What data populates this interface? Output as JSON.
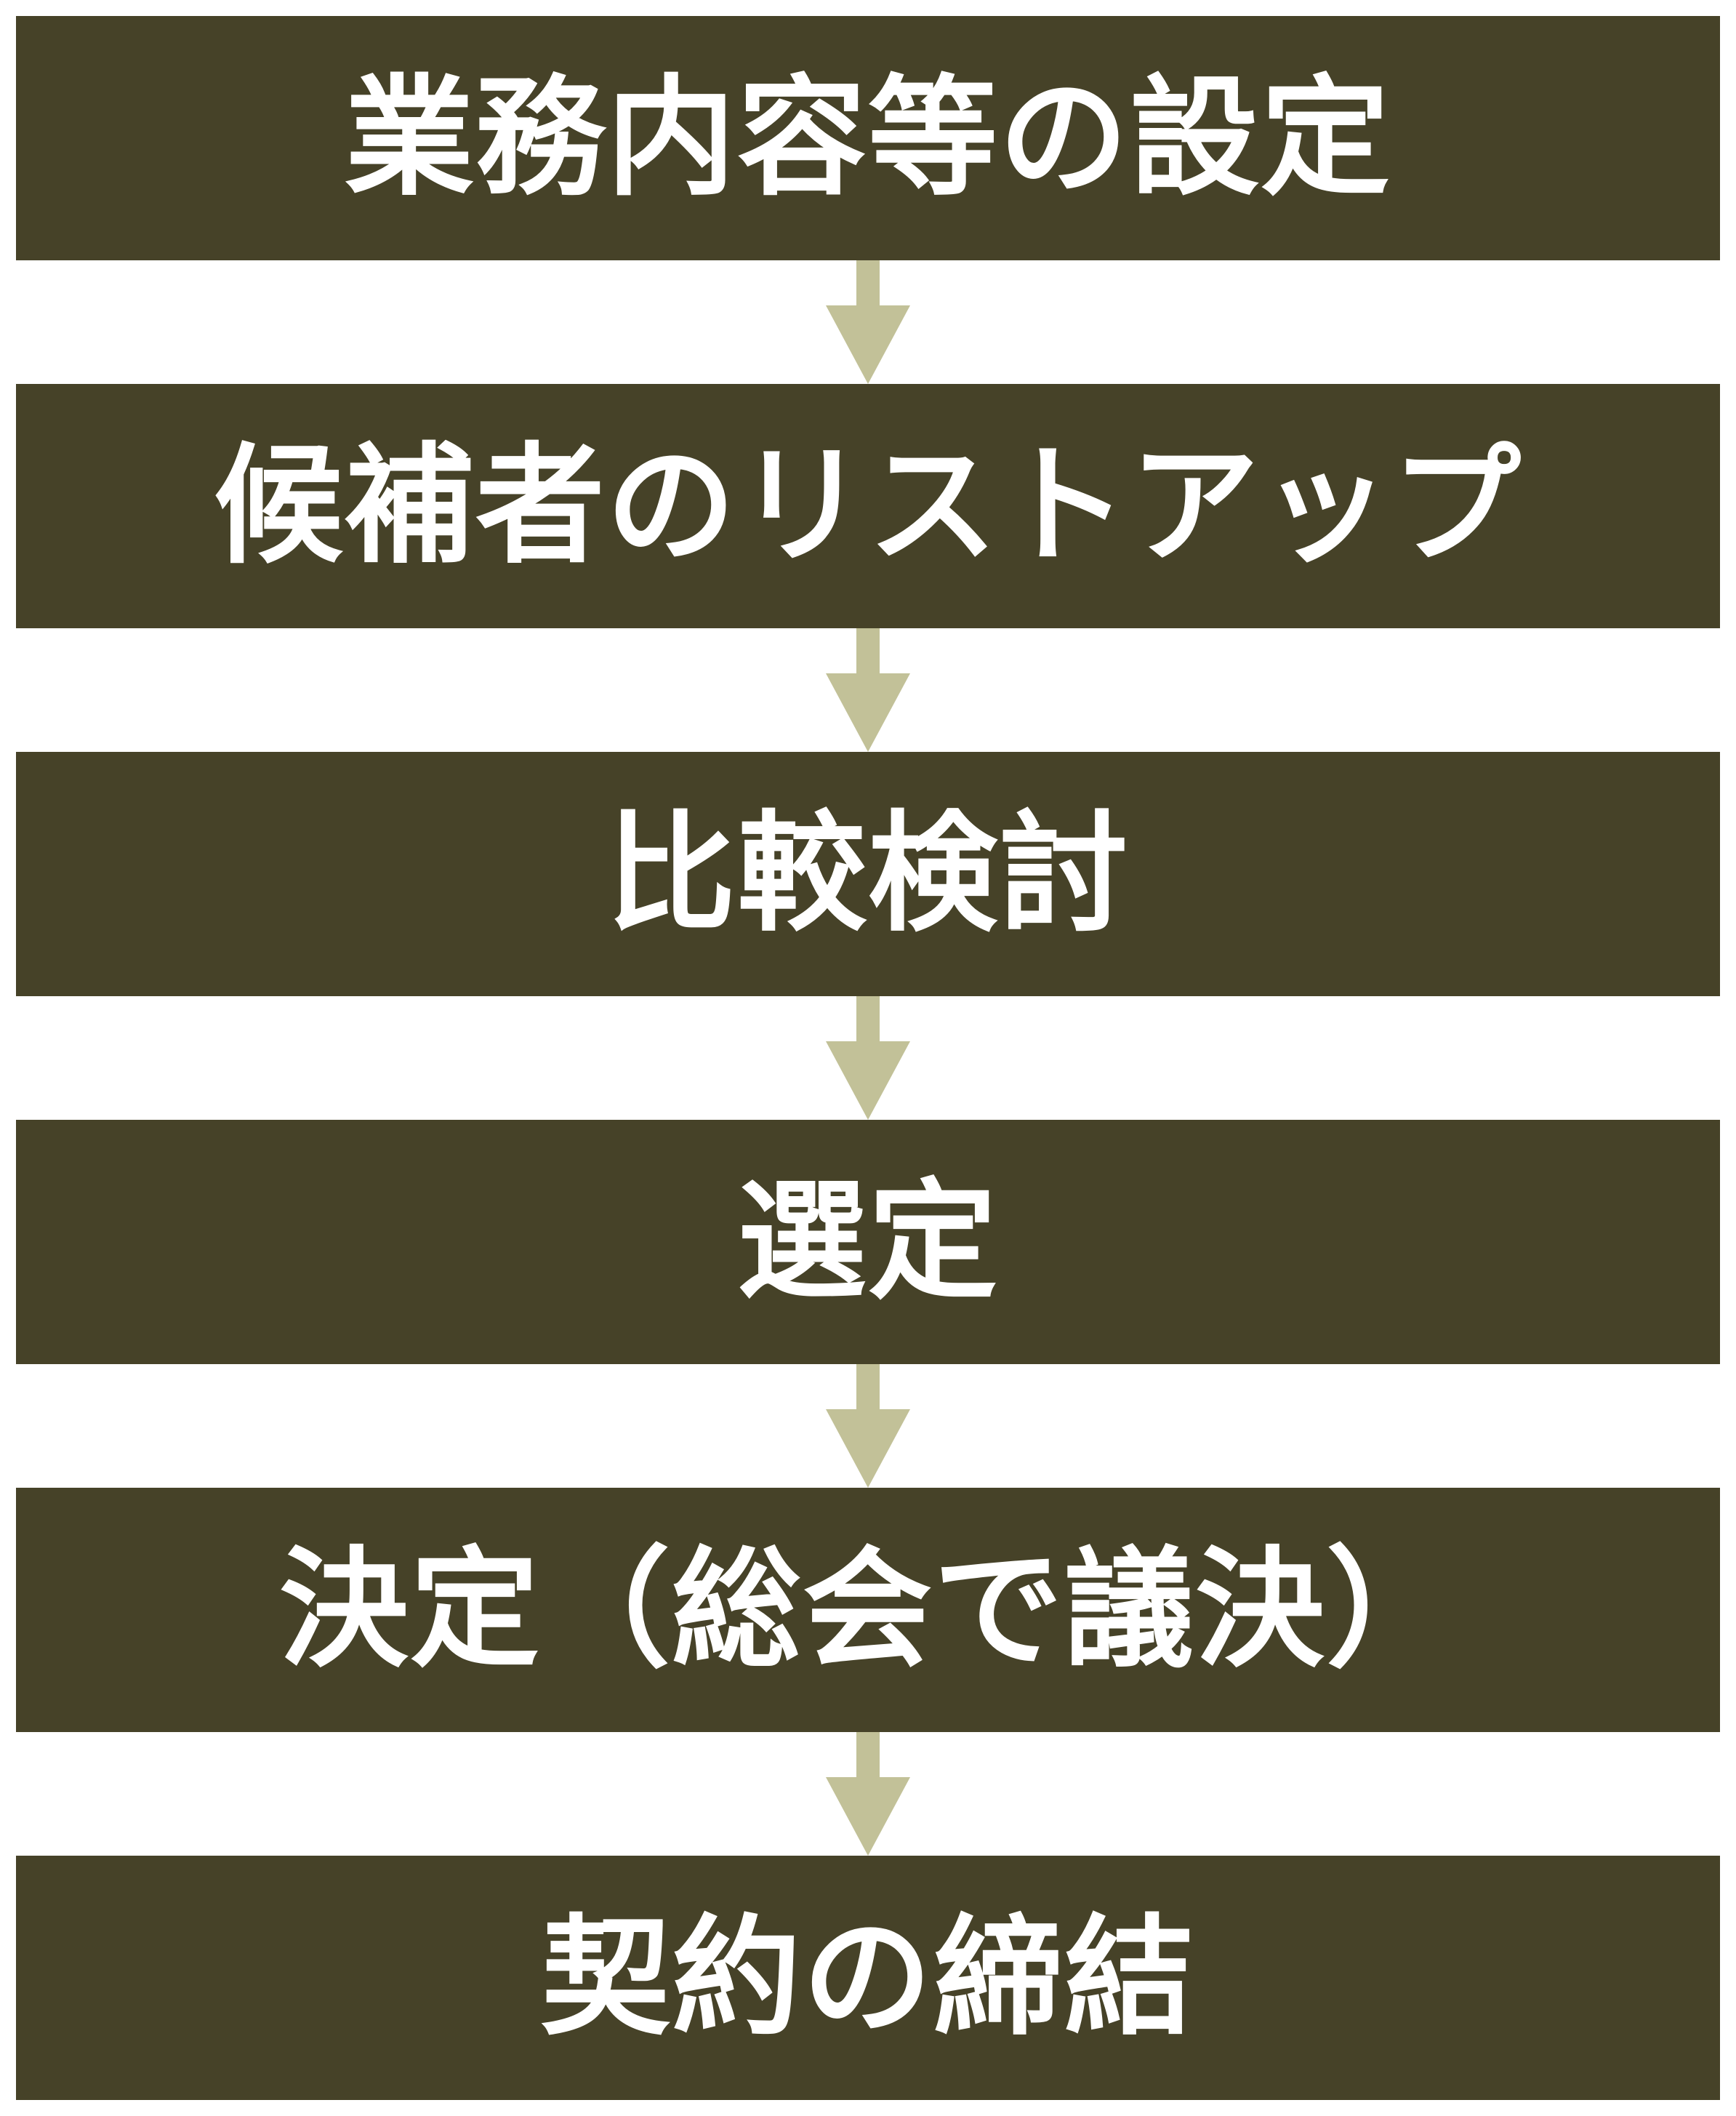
{
  "colors": {
    "box": "#464228",
    "text": "#ffffff",
    "arrow": "#c2c198"
  },
  "flow": {
    "steps": [
      {
        "label": "業務内容等の設定"
      },
      {
        "label": "候補者のリストアップ"
      },
      {
        "label": "比較検討"
      },
      {
        "label": "選定"
      },
      {
        "label": "決定（総会で議決）"
      },
      {
        "label": "契約の締結"
      }
    ],
    "arrow_icon": "down-arrow-icon"
  }
}
